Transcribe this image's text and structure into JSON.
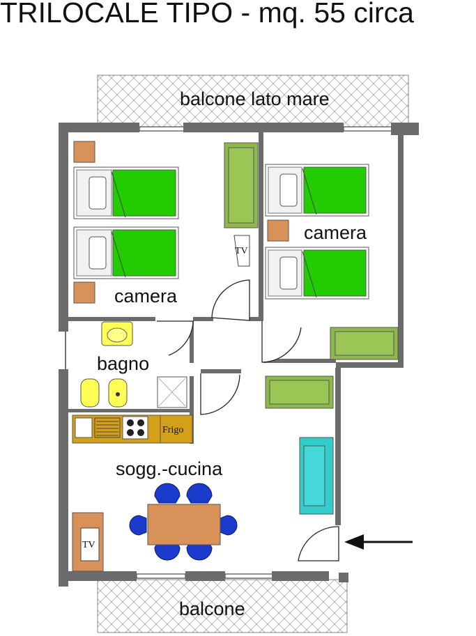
{
  "title": "TRILOCALE TIPO - mq. 55 circa",
  "rooms": {
    "balcony_top": "balcone lato mare",
    "bedroom_left": "camera",
    "bedroom_right": "camera",
    "bathroom": "bagno",
    "living_kitchen": "sogg.-cucina",
    "balcony_bottom": "balcone"
  },
  "fixtures": {
    "tv_bedroom": "TV",
    "tv_living": "TV",
    "fridge": "Frigo"
  },
  "colors": {
    "wall": "#6b6b6b",
    "bed_cover": "#22cc00",
    "nightstand": "#d9915a",
    "wardrobe": "#8fb84a",
    "sofa": "#33cccc",
    "table": "#d9915a",
    "chairs": "#1a3bcc",
    "kitchen_counter": "#d4a017",
    "sink": "#ffff55"
  },
  "icons": {
    "entrance": "arrow-left-icon"
  }
}
